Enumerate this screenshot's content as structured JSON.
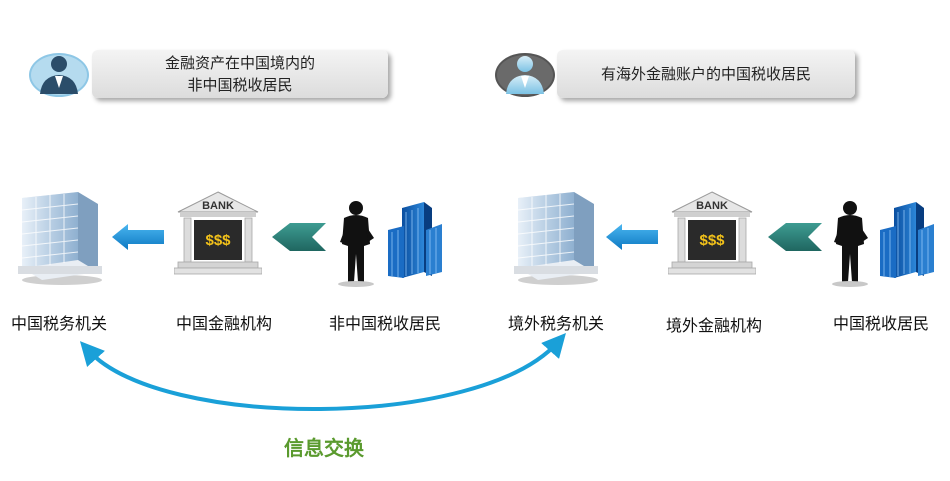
{
  "top_left": {
    "line1": "金融资产在中国境内的",
    "line2": "非中国税收居民"
  },
  "top_right": {
    "text": "有海外金融账户的中国税收居民"
  },
  "left_group": {
    "tax_authority": "中国税务机关",
    "financial_institution": "中国金融机构",
    "resident": "非中国税收居民"
  },
  "right_group": {
    "tax_authority": "境外税务机关",
    "financial_institution": "境外金融机构",
    "resident": "中国税收居民"
  },
  "bank": {
    "sign": "BANK",
    "money": "$$$"
  },
  "exchange_label": "信息交换",
  "colors": {
    "blue_arrow": "#1e90d6",
    "teal_arrow": "#2a7b74",
    "exchange_curve": "#1aa0d8",
    "exchange_text": "#5a9a2e"
  }
}
